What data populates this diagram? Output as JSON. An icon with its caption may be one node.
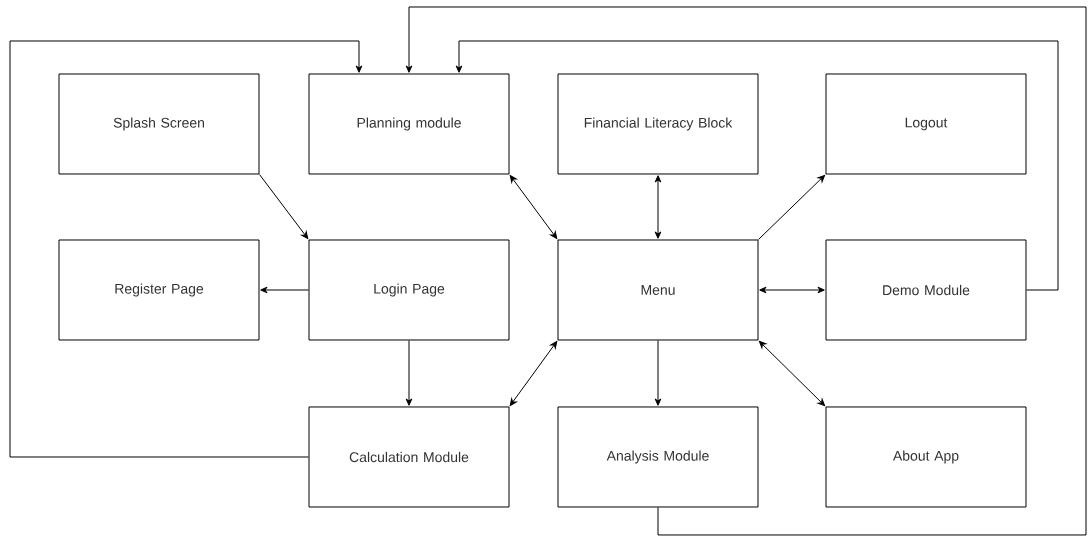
{
  "diagram": {
    "nodes": [
      {
        "text": [
          "Splash Screen"
        ]
      },
      {
        "text": [
          "Planning module"
        ]
      },
      {
        "text": [
          "Financial Literacy Block"
        ]
      },
      {
        "text": [
          "Logout"
        ]
      },
      {
        "text": [
          "Register Page"
        ]
      },
      {
        "text": [
          "Login Page"
        ]
      },
      {
        "text": [
          "Menu"
        ]
      },
      {
        "text": [
          "Demo Module"
        ]
      },
      {
        "text": [
          "Calculation Module"
        ]
      },
      {
        "text": [
          "Analysis Module"
        ]
      },
      {
        "text": [
          "About App"
        ]
      }
    ],
    "edges": [
      {
        "from": 0,
        "to": 5,
        "arrow": "to"
      },
      {
        "from": 5,
        "to": 4,
        "arrow": "to"
      },
      {
        "from": 5,
        "to": 8,
        "arrow": "to"
      },
      {
        "from": 1,
        "to": 6,
        "arrow": "both"
      },
      {
        "from": 2,
        "to": 6,
        "arrow": "both"
      },
      {
        "from": 6,
        "to": 3,
        "arrow": "to"
      },
      {
        "from": 6,
        "to": 7,
        "arrow": "both"
      },
      {
        "from": 6,
        "to": 9,
        "arrow": "to"
      },
      {
        "from": 6,
        "to": 8,
        "arrow": "both"
      },
      {
        "from": 6,
        "to": 10,
        "arrow": "both"
      },
      {
        "from": 8,
        "to": 1,
        "arrow": "to"
      },
      {
        "from": 7,
        "to": 1,
        "arrow": "to"
      },
      {
        "from": 9,
        "to": 1,
        "arrow": "to"
      }
    ]
  }
}
